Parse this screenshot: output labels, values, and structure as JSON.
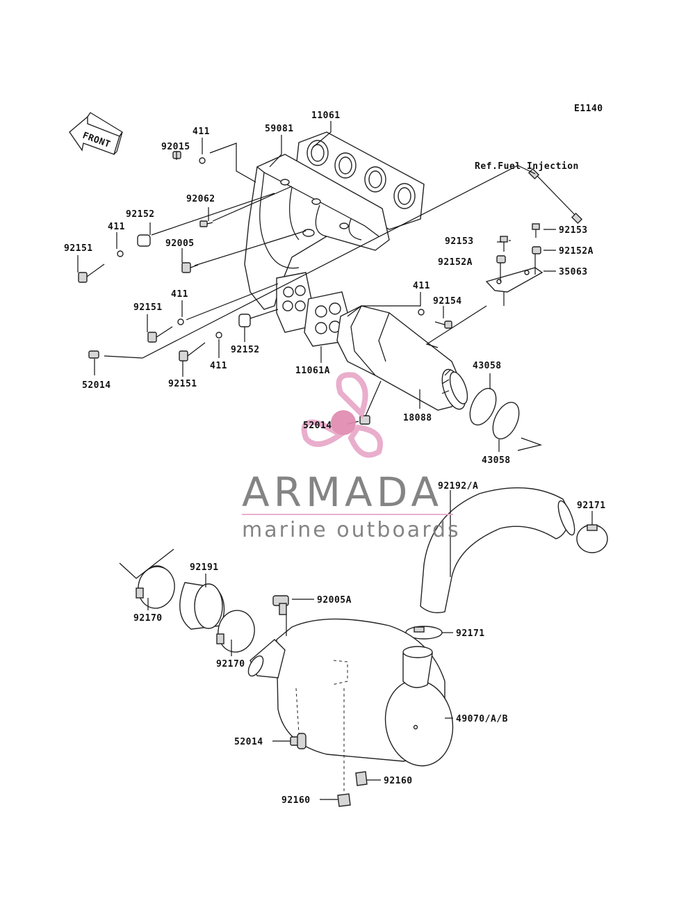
{
  "diagram": {
    "code": "E1140",
    "front_label": "FRONT",
    "ref_note": "Ref.Fuel Injection",
    "labels": {
      "l_11061_top": "11061",
      "l_59081": "59081",
      "l_411_a": "411",
      "l_92015": "92015",
      "l_92062": "92062",
      "l_92152_a": "92152",
      "l_411_b": "411",
      "l_92151_a": "92151",
      "l_92005": "92005",
      "l_411_c": "411",
      "l_92151_b": "92151",
      "l_52014_a": "52014",
      "l_92151_c": "92151",
      "l_411_d": "411",
      "l_92152_b": "92152",
      "l_11061A": "11061A",
      "l_92153_a": "92153",
      "l_92153_b": "92153",
      "l_92152A_a": "92152A",
      "l_92152A_b": "92152A",
      "l_35063": "35063",
      "l_411_e": "411",
      "l_92154": "92154",
      "l_43058_a": "43058",
      "l_43058_b": "43058",
      "l_18088": "18088",
      "l_52014_b": "52014",
      "l_92192": "92192/A",
      "l_92171_a": "92171",
      "l_92191": "92191",
      "l_92170_a": "92170",
      "l_92170_b": "92170",
      "l_92005A": "92005A",
      "l_92171_b": "92171",
      "l_49070": "49070/A/B",
      "l_52014_c": "52014",
      "l_92160_a": "92160",
      "l_92160_b": "92160"
    }
  },
  "watermark": {
    "brand": "ARMADA",
    "tagline": "marine outboards",
    "colors": {
      "text": "#7a7a7a",
      "accent": "#e8a8c8",
      "dot": "#e08ab0"
    }
  }
}
